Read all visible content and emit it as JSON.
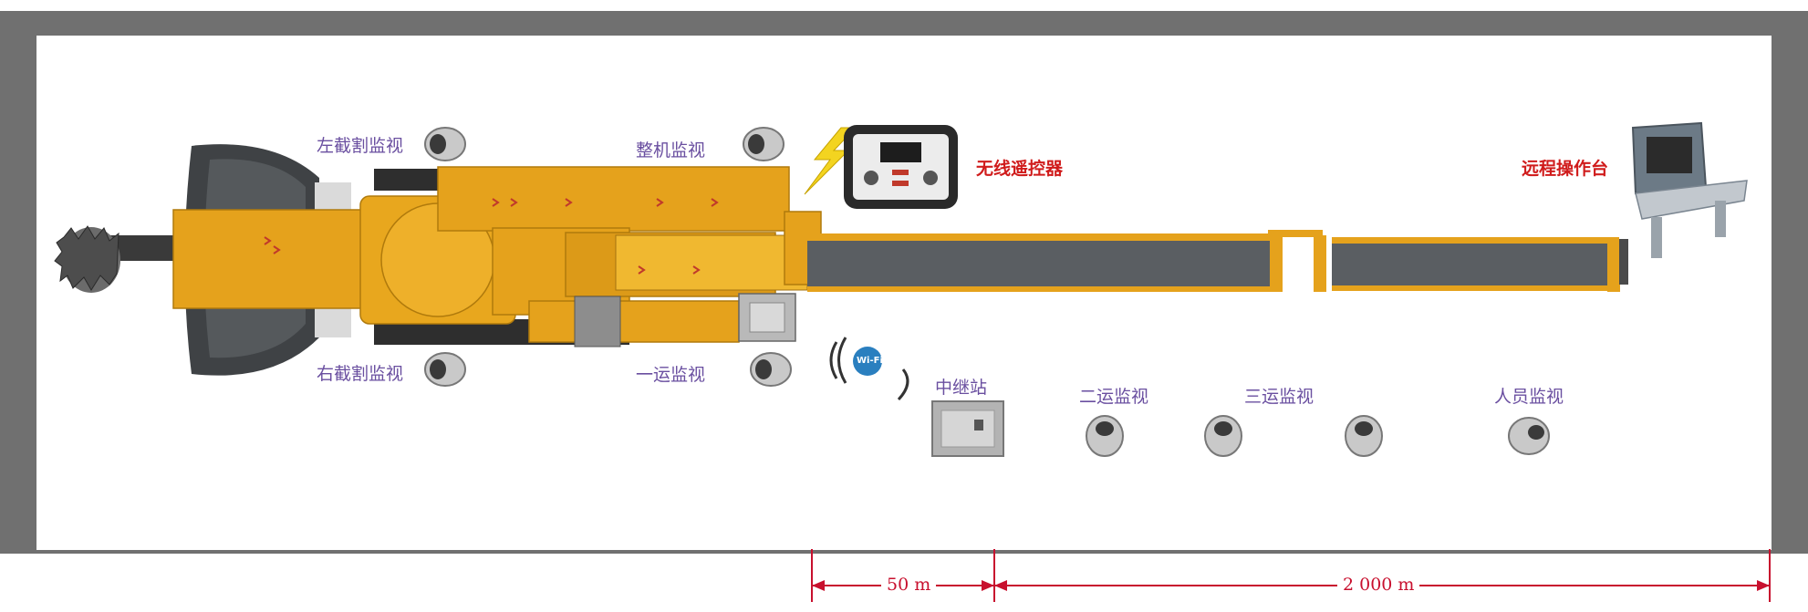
{
  "labels": {
    "left_cut_monitor": "左截割监视",
    "right_cut_monitor": "右截割监视",
    "whole_machine_monitor": "整机监视",
    "first_conveyor_monitor": "一运监视",
    "wireless_remote": "无线遥控器",
    "relay_station": "中继站",
    "second_conveyor_monitor": "二运监视",
    "third_conveyor_monitor": "三运监视",
    "personnel_monitor": "人员监视",
    "remote_console": "远程操作台",
    "wifi": "Wi-Fi"
  },
  "dimensions": {
    "short_span": "50 m",
    "long_span": "2 000 m"
  },
  "colors": {
    "machine_body": "#e5a21c",
    "conveyor_belt": "#5a5e62",
    "dimension_line": "#c8102e",
    "monitor_label": "#6a4fa0",
    "highlight_label": "#d01c1c",
    "frame": "#707070"
  }
}
